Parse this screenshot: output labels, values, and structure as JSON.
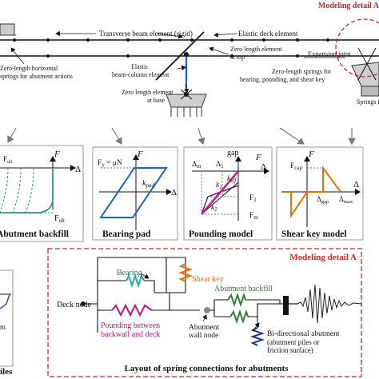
{
  "top": {
    "modeling_detail": "Modeling detail A",
    "transverse_beam": "Transverse beam element (rigid)",
    "elastic_deck": "Elastic deck element",
    "zero_length_top": [
      "Zero length element",
      "at top"
    ],
    "zero_length_horizontal": [
      "Zero-length horizontal",
      "springs for abutment actions"
    ],
    "expansion_joint": "Expansion joint",
    "elastic_column": [
      "Elastic",
      "beam-column element"
    ],
    "zero_length_base": [
      "Zero length element",
      "at base"
    ],
    "zero_length_springs": [
      "Zero-length springs for",
      "bearing, pounding, and shear key"
    ],
    "springs_cut": "Springs f"
  },
  "panels": {
    "backfill": {
      "f_axis": "F",
      "delta_axis": "Δ",
      "f_ult_top": "F",
      "f_ult_top_sub": "ult",
      "f_ult": "F",
      "f_ult_sub": "ult",
      "title": "Abutment backfill"
    },
    "bearing": {
      "f_axis": "F",
      "delta_axis": "Δ",
      "fy_label": "F",
      "fy_sub": "y",
      "fy_eq": " = μN",
      "k_label": "k",
      "k_sub": "pad",
      "title": "Bearing pad"
    },
    "pounding": {
      "gap_label": "gap",
      "f_axis": "F",
      "delta_axis": "Δ",
      "delta_m": "Δ",
      "delta_m_sub": "m",
      "delta_1": "Δ",
      "delta_1_sub": "1",
      "k1": "k",
      "k1_sub": "1",
      "k2": "k",
      "k2_sub": "2",
      "keff": "k",
      "keff_sub": "eff",
      "f1": "F",
      "f1_sub": "1",
      "fm": "F",
      "fm_sub": "m",
      "title": "Pounding model"
    },
    "shear_key": {
      "f_axis": "F",
      "delta_axis": "Δ",
      "fcap": "F",
      "fcap_sub": "cap",
      "dgap": "Δ",
      "dgap_sub": "gap",
      "dmax": "Δ",
      "dmax_sub": "max",
      "title": "Shear key model"
    }
  },
  "detail_a": {
    "title": "Modeling detail A",
    "deck_node": "Deck node",
    "bearing": "Bearing",
    "shear_key": "Shear key",
    "abutment_backfill": "Abutment backfill",
    "pounding": [
      "Pounding between",
      "backwall and deck"
    ],
    "abutment_wall_node": [
      "Abutment",
      "wall node"
    ],
    "bidirectional": [
      "Bi-directional abutment",
      "(abutment piles or",
      "friction surface)"
    ],
    "caption": "Layout of spring connections for abutments"
  },
  "left_cut": {
    "piles": "iles",
    "m": "m"
  },
  "colors": {
    "red": "#c62828",
    "teal": "#26a69a",
    "blue": "#1565c0",
    "magenta": "#c2187a",
    "green": "#2e7d32",
    "orange": "#ef6c00",
    "navy": "#283593"
  }
}
